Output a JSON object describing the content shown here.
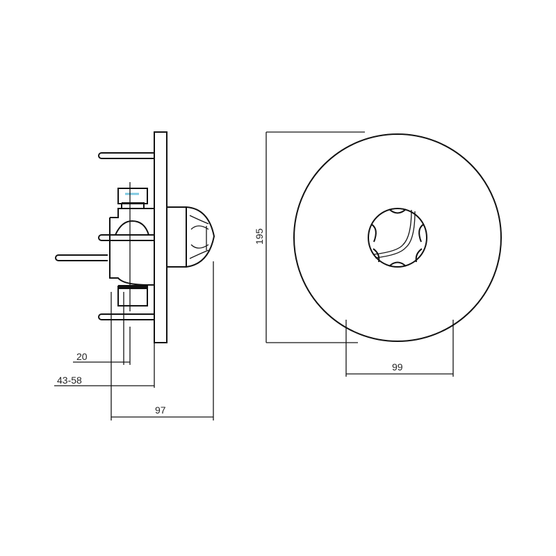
{
  "dimensions": {
    "thread_depth": "20",
    "wall_range": "43-58",
    "total_depth": "97",
    "plate_diameter": "195",
    "knob_spacing": "99"
  },
  "colors": {
    "line": "#111111",
    "background": "#ffffff"
  }
}
